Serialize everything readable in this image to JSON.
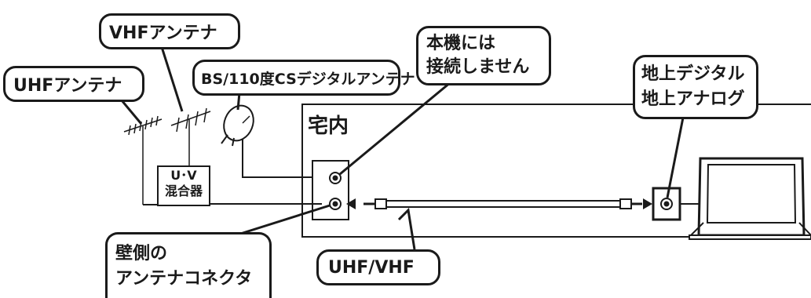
{
  "labels": {
    "uhf_antenna": "UHFアンテナ",
    "vhf_antenna": "VHFアンテナ",
    "bs_cs_antenna": "BS/110度CSデジタルアンテナ",
    "not_connected_line1": "本機には",
    "not_connected_line2": "接続しません",
    "tv_line1": "地上デジタル",
    "tv_line2": "地上アナログ",
    "indoor": "宅内",
    "mixer_line1": "U･V",
    "mixer_line2": "混合器",
    "wall_connector_line1": "壁側の",
    "wall_connector_line2": "アンテナコネクタ",
    "cable": "UHF/VHF"
  },
  "colors": {
    "line": "#1a1a1a",
    "background": "#ffffff"
  }
}
